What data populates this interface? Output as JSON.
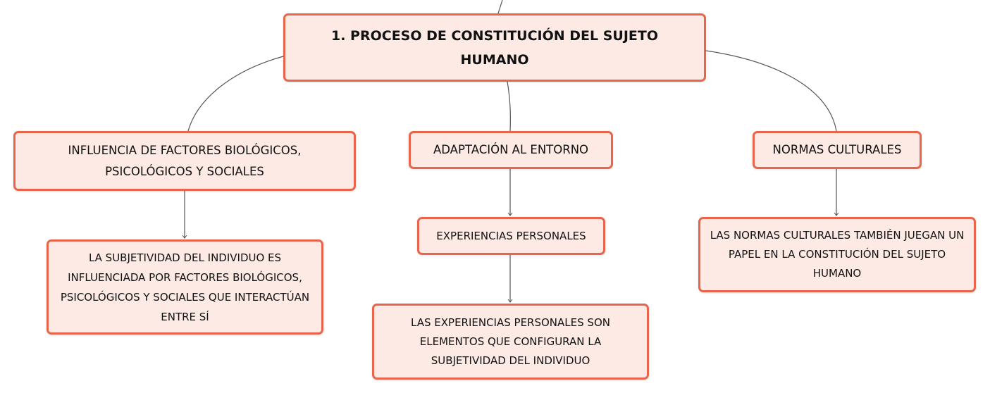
{
  "nodes": {
    "root": "1. PROCESO DE CONSTITUCIÓN DEL SUJETO HUMANO",
    "biological_factors": "INFLUENCIA DE FACTORES BIOLÓGICOS, PSICOLÓGICOS Y SOCIALES",
    "adaptation": "ADAPTACIÓN AL ENTORNO",
    "cultural_norms": "NORMAS CULTURALES",
    "biological_factors_detail": "LA SUBJETIVIDAD DEL INDIVIDUO ES INFLUENCIADA POR FACTORES BIOLÓGICOS, PSICOLÓGICOS Y SOCIALES QUE INTERACTÚAN ENTRE SÍ",
    "personal_experiences": "EXPERIENCIAS PERSONALES",
    "personal_experiences_detail": "LAS EXPERIENCIAS PERSONALES SON ELEMENTOS QUE CONFIGURAN LA SUBJETIVIDAD DEL INDIVIDUO",
    "cultural_norms_detail": "LAS NORMAS CULTURALES TAMBIÉN JUEGAN UN PAPEL EN LA CONSTITUCIÓN DEL SUJETO HUMANO"
  },
  "colors": {
    "node_fill": "#fdeae4",
    "node_border": "#e8654b",
    "connector": "#555555"
  }
}
